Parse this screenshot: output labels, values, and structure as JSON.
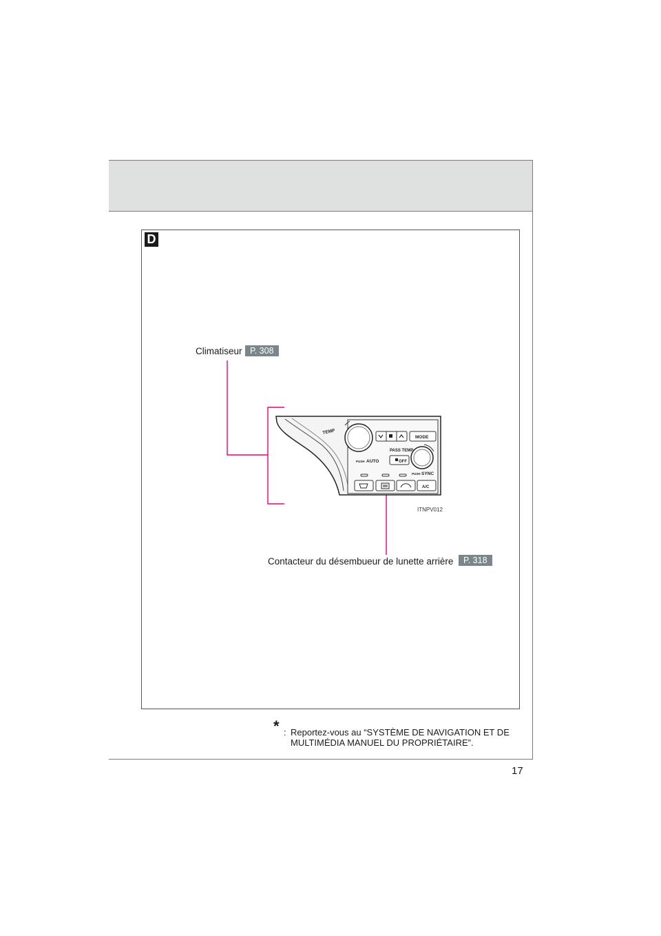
{
  "page": {
    "number": "17",
    "section_letter": "D"
  },
  "callouts": {
    "air_conditioner": {
      "label": "Climatiseur",
      "page_ref": "P. 308"
    },
    "rear_defogger": {
      "label": "Contacteur du désembueur de lunette arrière",
      "page_ref": "P. 318"
    }
  },
  "panel": {
    "image_code": "ITNPV012",
    "labels": {
      "temp": "TEMP",
      "mode": "MODE",
      "pass_temp": "PASS TEMP",
      "push_auto_small": "PUSH",
      "auto": "AUTO",
      "off": "OFF",
      "push_sync_small": "PUSH",
      "sync": "SYNC",
      "ac": "A/C"
    }
  },
  "footnote": {
    "mark": "*",
    "separator": ":",
    "line1": "Reportez-vous au “SYSTÈME DE NAVIGATION ET DE",
    "line2": "MULTIMÉDIA MANUEL DU PROPRIÉTAIRE”."
  },
  "colors": {
    "leader_line": "#e5007e",
    "page_ref_bg": "#7b858c",
    "header_band": "#dfe0e0"
  }
}
